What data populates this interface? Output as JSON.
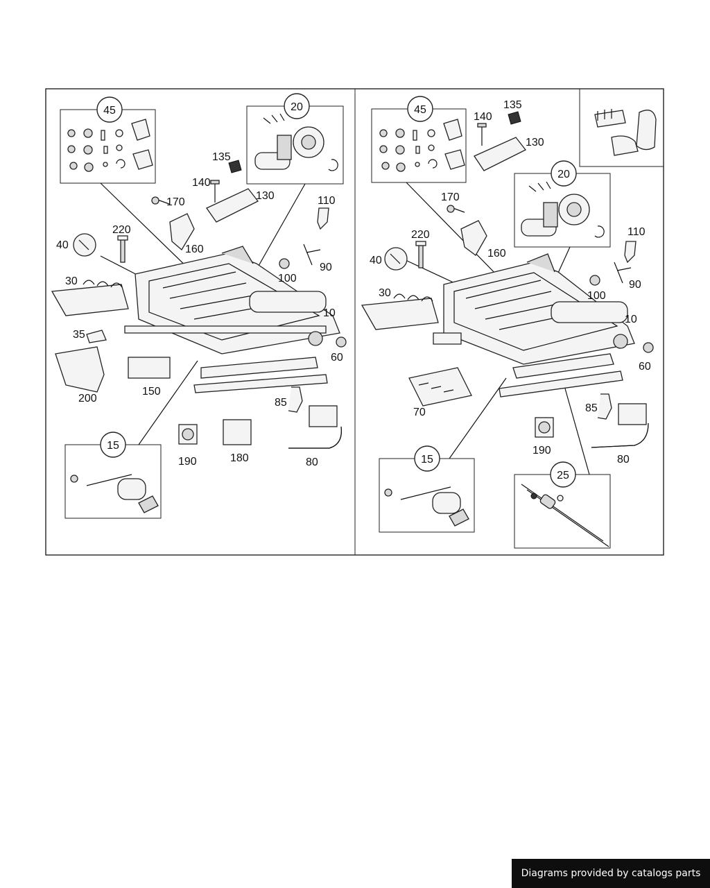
{
  "left_panel": {
    "callouts": {
      "c45": "45",
      "c20": "20",
      "c15": "15"
    },
    "labels": {
      "l135": "135",
      "l140": "140",
      "l130": "130",
      "l170": "170",
      "l110": "110",
      "l220": "220",
      "l40": "40",
      "l160": "160",
      "l90": "90",
      "l100": "100",
      "l30": "30",
      "l10": "10",
      "l35": "35",
      "l60": "60",
      "l200": "200",
      "l150": "150",
      "l85": "85",
      "l190": "190",
      "l180": "180",
      "l80": "80"
    }
  },
  "right_panel": {
    "callouts": {
      "c45": "45",
      "c20": "20",
      "c15": "15",
      "c25": "25"
    },
    "labels": {
      "l140": "140",
      "l135": "135",
      "l130": "130",
      "l170": "170",
      "l220": "220",
      "l110": "110",
      "l40": "40",
      "l160": "160",
      "l90": "90",
      "l100": "100",
      "l30": "30",
      "l10": "10",
      "l60": "60",
      "l70": "70",
      "l85": "85",
      "l190": "190",
      "l80": "80"
    }
  },
  "footer": {
    "credit": "Diagrams provided by catalogs parts"
  }
}
